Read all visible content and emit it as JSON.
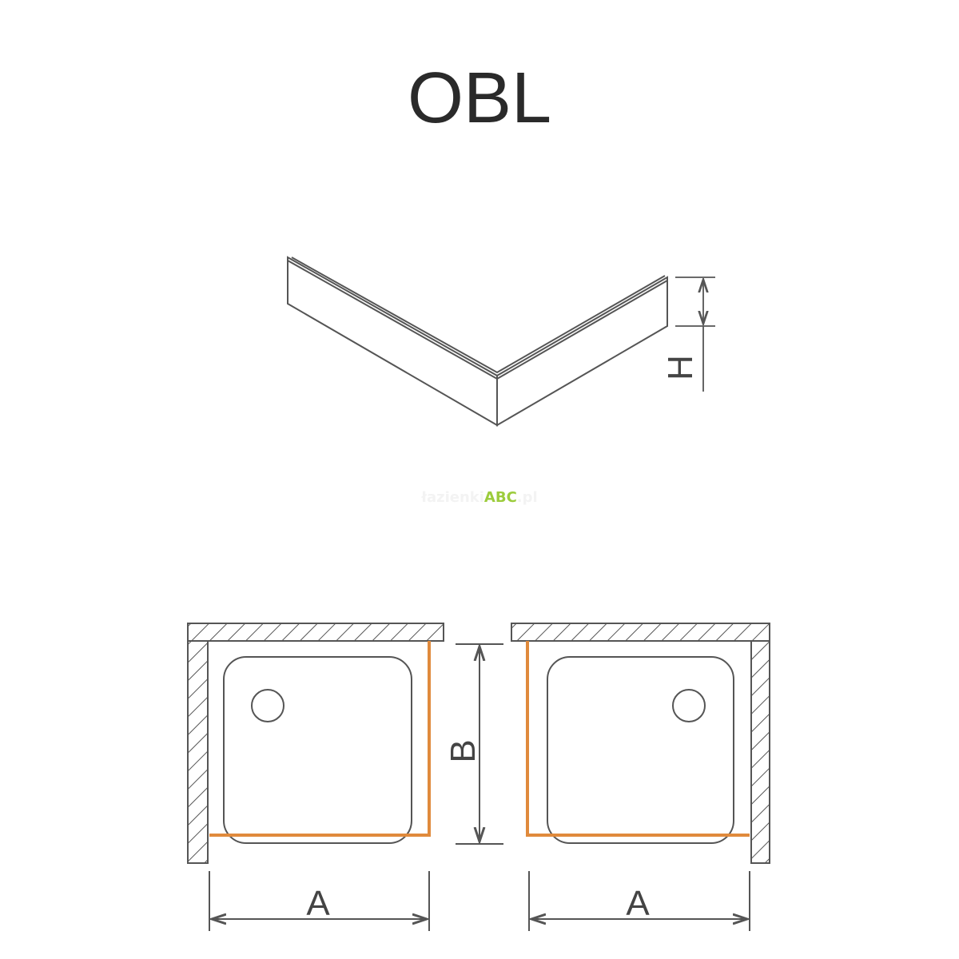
{
  "title": "OBL",
  "watermark": {
    "prefix": "łazienki",
    "brand": "ABC",
    "suffix": ".pl"
  },
  "labels": {
    "height": "H",
    "depth": "B",
    "width_left": "A",
    "width_right": "A"
  },
  "colors": {
    "line": "#555555",
    "panel": "#e08a3c"
  }
}
